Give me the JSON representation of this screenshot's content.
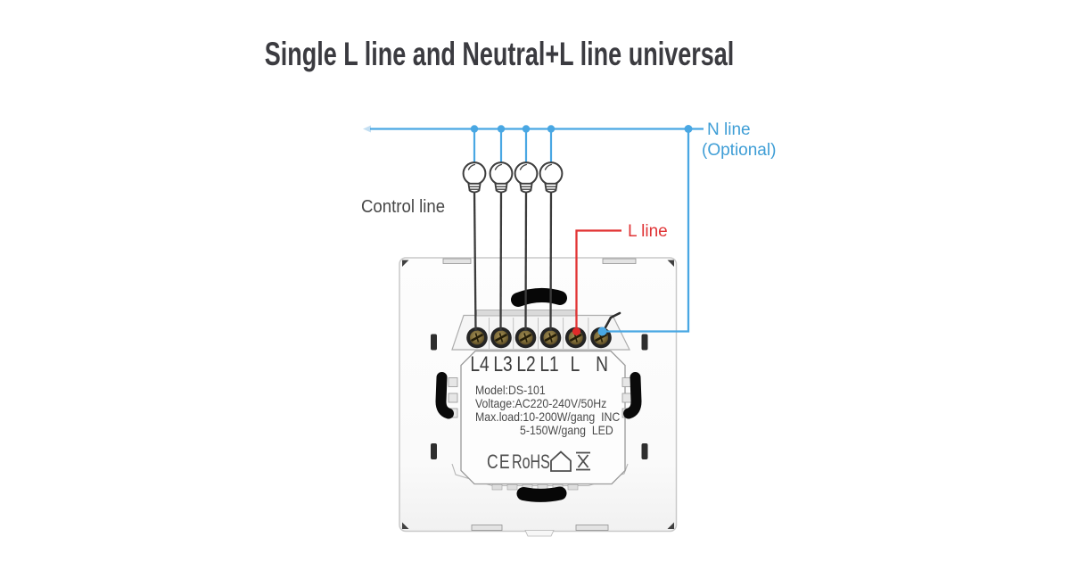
{
  "title": "Single L line and Neutral+L line universal",
  "annotations": {
    "control_line": "Control line",
    "n_line": "N line",
    "n_line_optional": "(Optional)",
    "l_line": "L line"
  },
  "device": {
    "terminal_labels": [
      "L4",
      "L3",
      "L2",
      "L1",
      "L",
      "N"
    ],
    "spec_lines": [
      "Model:DS-101",
      "Voltage:AC220-240V/50Hz",
      "Max.load:10-200W/gang  INC",
      "5-150W/gang  LED"
    ],
    "certifications": {
      "ce": "CE",
      "rohs": "RoHS",
      "icons": [
        "house-icon",
        "crossed-hourglass-icon"
      ]
    }
  },
  "bulbs": {
    "count": 4
  },
  "colors": {
    "n_line_blue": "#3FA0DA",
    "l_line_red": "#E03436",
    "wire_dark": "#3B3B3B",
    "text_dark": "#3B3B40"
  }
}
